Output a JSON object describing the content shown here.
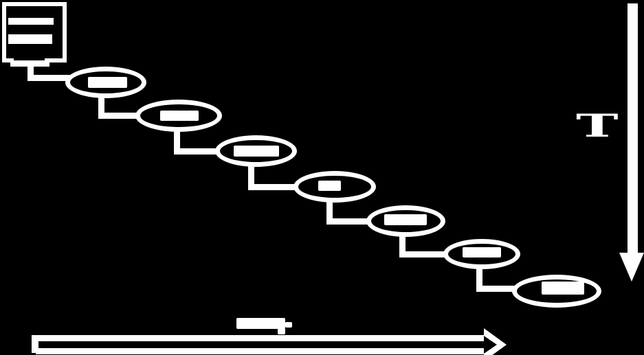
{
  "colors": {
    "background": "#000000",
    "foreground": "#ffffff"
  },
  "document_icon": {
    "name": "document-icon",
    "text_lines": 2,
    "label": ""
  },
  "stages": [
    {
      "id": "stage-1",
      "label": "",
      "label_illegible": true
    },
    {
      "id": "stage-2",
      "label": "",
      "label_illegible": true
    },
    {
      "id": "stage-3",
      "label": "",
      "label_illegible": true
    },
    {
      "id": "stage-4",
      "label": "",
      "label_illegible": true
    },
    {
      "id": "stage-5",
      "label": "",
      "label_illegible": true
    },
    {
      "id": "stage-6",
      "label": "",
      "label_illegible": true
    },
    {
      "id": "stage-7",
      "label": "",
      "label_illegible": true
    }
  ],
  "time_arrow": {
    "label": "T",
    "direction": "down"
  },
  "progress_arrow": {
    "label": "",
    "label_illegible": true,
    "direction": "right"
  }
}
